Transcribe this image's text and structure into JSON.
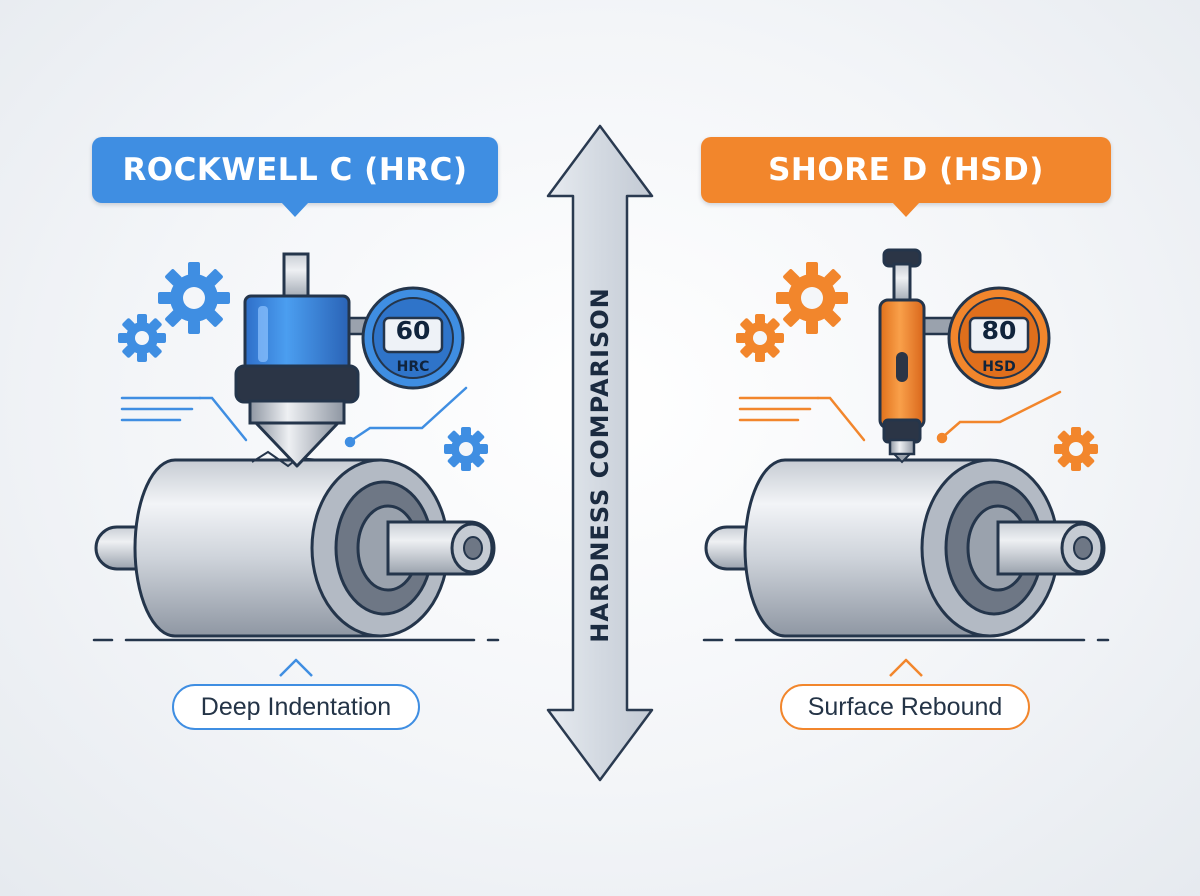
{
  "left": {
    "title": "ROCKWELL C (HRC)",
    "gauge_value": "60",
    "gauge_unit": "HRC",
    "caption": "Deep Indentation",
    "accent": "#3f8ee2"
  },
  "right": {
    "title": "SHORE D (HSD)",
    "gauge_value": "80",
    "gauge_unit": "HSD",
    "caption": "Surface Rebound",
    "accent": "#f2862c"
  },
  "center": {
    "label": "HARDNESS COMPARISON",
    "arrow_color": "#d7dce3"
  },
  "icons": [
    "gear-icon",
    "double-arrow-icon",
    "indenter-icon",
    "durometer-icon",
    "roller-icon",
    "dial-gauge-icon"
  ]
}
